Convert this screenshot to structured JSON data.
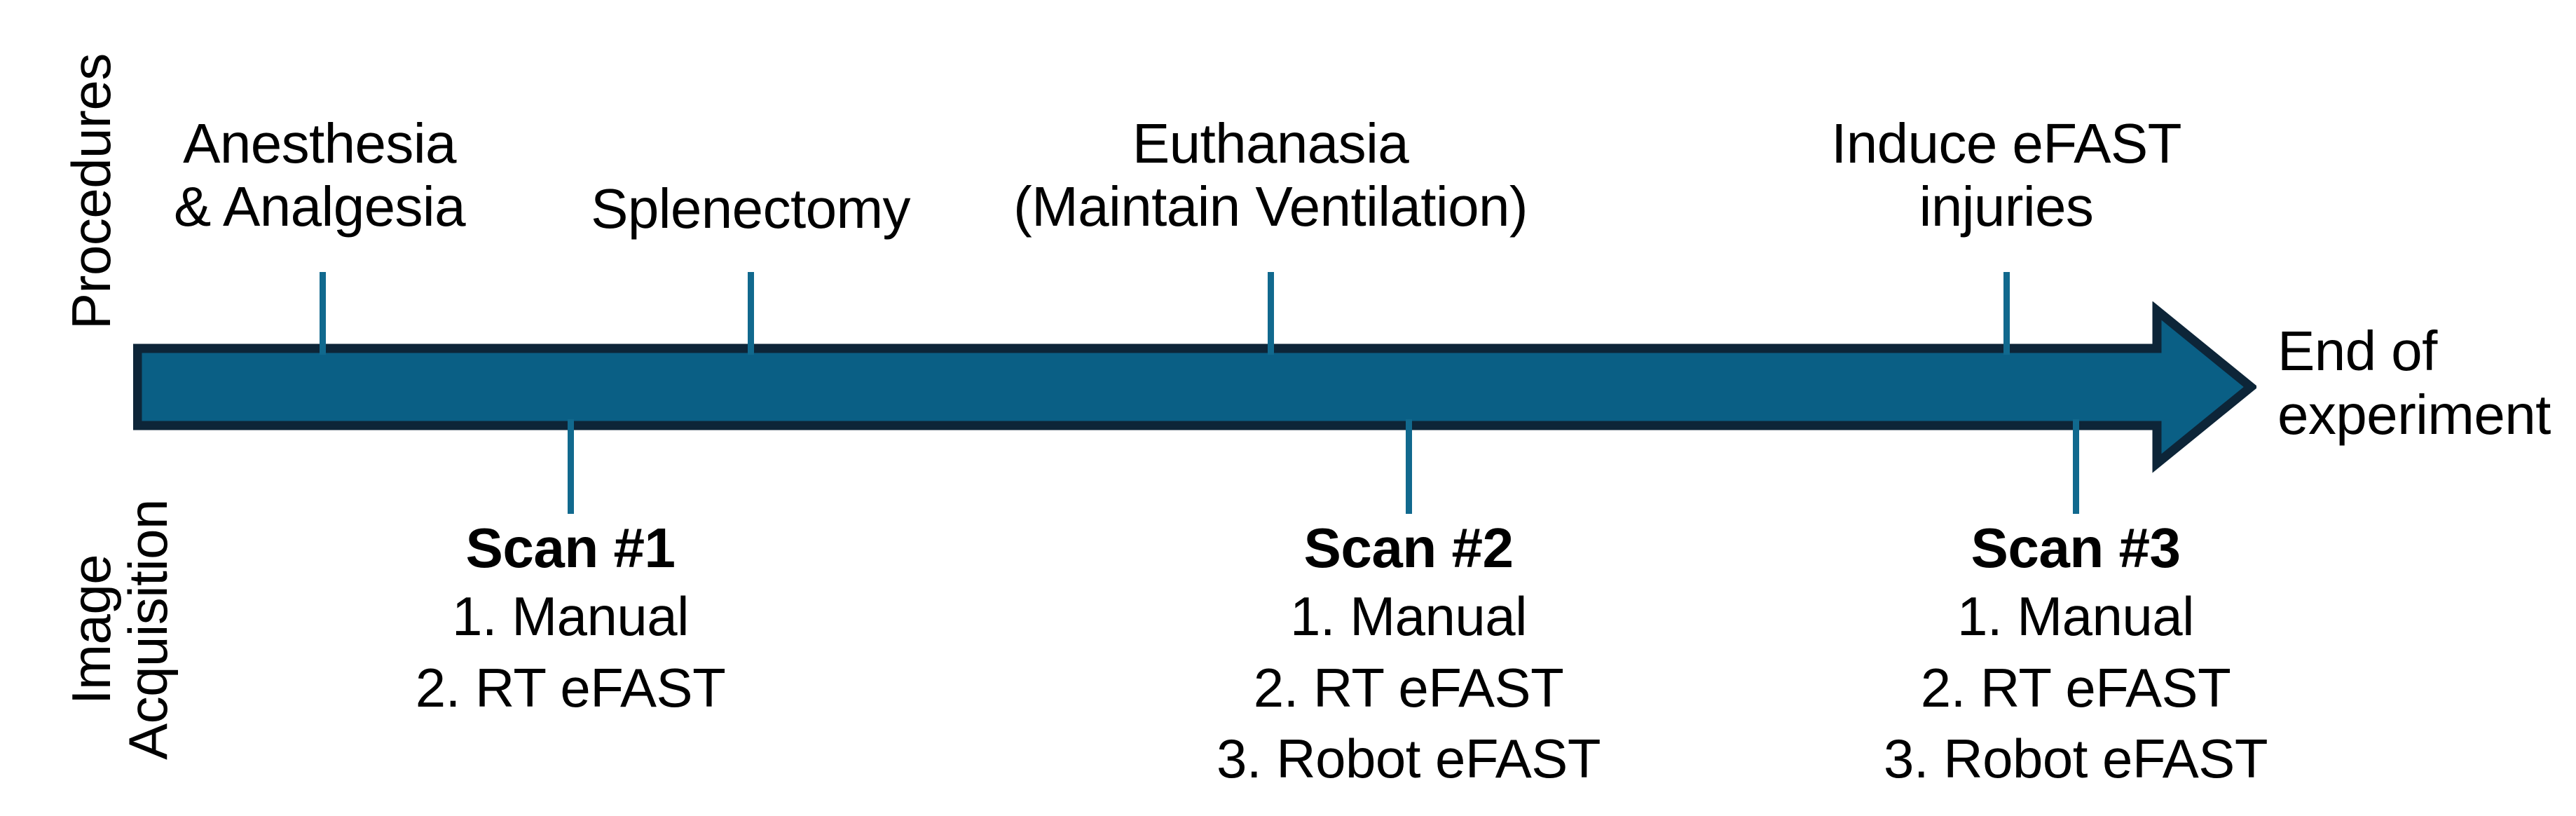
{
  "figure": {
    "type": "timeline",
    "orientation": "horizontal-left-to-right",
    "accent_color": "#0a5f85",
    "accent_border_color": "#0d2538",
    "tick_color": "#11698e",
    "text_color": "#000000",
    "background_color": "#ffffff"
  },
  "rows": {
    "procedures_label": "Procedures",
    "acquisition_label_line1": "Image",
    "acquisition_label_line2": "Acquisition"
  },
  "arrow": {
    "end_caption_line1": "End of",
    "end_caption_line2": "experiment"
  },
  "procedures": [
    {
      "id": "anesthesia",
      "line1": "Anesthesia",
      "line2": "& Analgesia",
      "tick_x": 460
    },
    {
      "id": "splenectomy",
      "line1": "Splenectomy",
      "line2": "",
      "tick_x": 1071
    },
    {
      "id": "euthanasia",
      "line1": "Euthanasia",
      "line2": "(Maintain Ventilation)",
      "tick_x": 1813
    },
    {
      "id": "induce-efast-injuries",
      "line1": "Induce eFAST",
      "line2": "injuries",
      "tick_x": 2863
    }
  ],
  "scans": [
    {
      "id": "scan-1",
      "title": "Scan #1",
      "tick_x": 814,
      "items": [
        "1. Manual",
        "2. RT eFAST"
      ]
    },
    {
      "id": "scan-2",
      "title": "Scan #2",
      "tick_x": 2010,
      "items": [
        "1. Manual",
        "2.  RT eFAST",
        "3. Robot eFAST"
      ]
    },
    {
      "id": "scan-3",
      "title": "Scan #3",
      "tick_x": 2962,
      "items": [
        "1. Manual",
        "2.  RT eFAST",
        "3. Robot eFAST"
      ]
    }
  ]
}
